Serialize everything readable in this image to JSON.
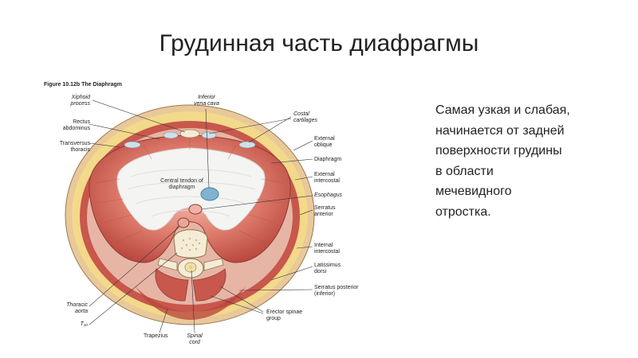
{
  "slide": {
    "title": "Грудинная часть диафрагмы",
    "description_lines": [
      "Самая узкая и слабая,",
      "начинается от задней",
      "поверхности грудины",
      "в области",
      "мечевидного",
      "отростка."
    ]
  },
  "figure": {
    "caption": "Figure 10.12b The Diaphragm",
    "labels": {
      "xiphoid_1": "Xiphoid",
      "xiphoid_2": "process",
      "rectus_1": "Rectus",
      "rectus_2": "abdominus",
      "transversus_1": "Transversus",
      "transversus_2": "thoracis",
      "ivc_1": "Inferior",
      "ivc_2": "vena cava",
      "costal_1": "Costal",
      "costal_2": "cartilages",
      "ext_oblique_1": "External",
      "ext_oblique_2": "oblique",
      "diaphragm": "Diaphragm",
      "ext_intercostal_1": "External",
      "ext_intercostal_2": "intercostal",
      "esophagus": "Esophagus",
      "serratus_ant_1": "Serratus",
      "serratus_ant_2": "anterior",
      "central_tendon_1": "Central tendon of",
      "central_tendon_2": "diaphragm",
      "int_intercostal_1": "Internal",
      "int_intercostal_2": "intercostal",
      "latissimus_1": "Latissimus",
      "latissimus_2": "dorsi",
      "serratus_post_1": "Serratus posterior",
      "serratus_post_2": "(inferior)",
      "erector_1": "Erector spinae",
      "erector_2": "group",
      "aorta_1": "Thoracic",
      "aorta_2": "aorta",
      "t10": "T₁₀",
      "trapezius": "Trapezius",
      "spinal_1": "Spinal",
      "spinal_2": "cord"
    }
  },
  "colors": {
    "muscle": "#c8574c",
    "muscle_light": "#e8a898",
    "tendon": "#f4f4f2",
    "fat": "#f3d98a",
    "skin": "#e9c89a",
    "bone": "#f5ecd6",
    "ivc": "#7fb3d0",
    "leader": "#333333"
  }
}
